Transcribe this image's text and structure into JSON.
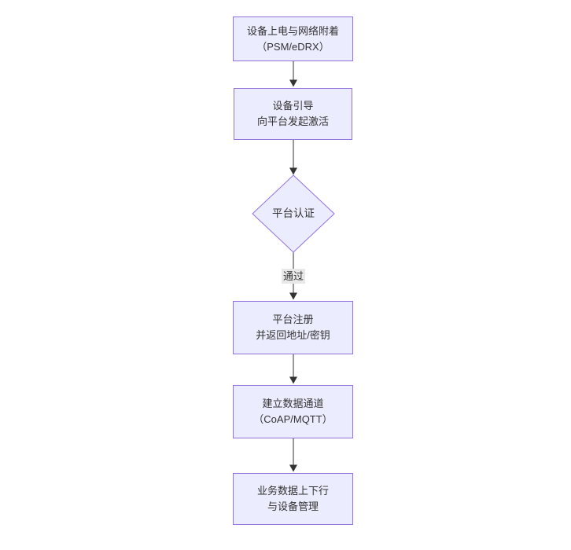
{
  "diagram": {
    "type": "flowchart-top-down",
    "colors": {
      "node_fill": "#ECECFF",
      "node_border": "#9370DB",
      "edge_color": "#333333",
      "edge_label_bg": "#e8e8e8",
      "text_color": "#333333",
      "background": "#ffffff"
    },
    "nodes": [
      {
        "id": "A",
        "shape": "rect",
        "lines": [
          "设备上电与网络附着",
          "（PSM/eDRX）"
        ]
      },
      {
        "id": "B",
        "shape": "rect",
        "lines": [
          "设备引导",
          "向平台发起激活"
        ]
      },
      {
        "id": "C",
        "shape": "diamond",
        "lines": [
          "平台认证"
        ]
      },
      {
        "id": "D",
        "shape": "rect",
        "lines": [
          "平台注册",
          "并返回地址/密钥"
        ]
      },
      {
        "id": "E",
        "shape": "rect",
        "lines": [
          "建立数据通道",
          "（CoAP/MQTT）"
        ]
      },
      {
        "id": "F",
        "shape": "rect",
        "lines": [
          "业务数据上下行",
          "与设备管理"
        ]
      }
    ],
    "edges": [
      {
        "from": "A",
        "to": "B",
        "label": ""
      },
      {
        "from": "B",
        "to": "C",
        "label": ""
      },
      {
        "from": "C",
        "to": "D",
        "label": "通过"
      },
      {
        "from": "D",
        "to": "E",
        "label": ""
      },
      {
        "from": "E",
        "to": "F",
        "label": ""
      }
    ]
  }
}
